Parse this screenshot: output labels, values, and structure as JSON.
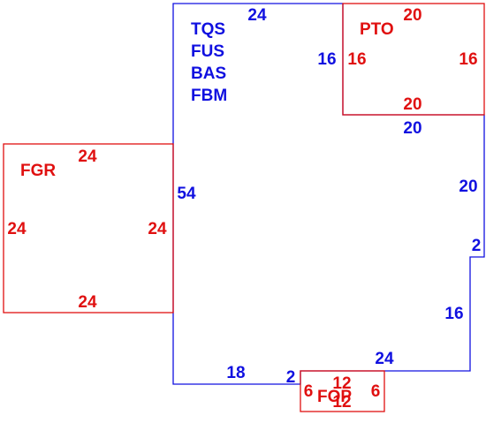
{
  "colors": {
    "main": "#1010e0",
    "addition": "#e01010"
  },
  "main_area": {
    "codes": [
      "TQS",
      "FUS",
      "BAS",
      "FBM"
    ],
    "dims": {
      "top": "24",
      "left": "54",
      "notch_left": "16",
      "notch_bottom": "20",
      "right_upper": "20",
      "step": "2",
      "right_lower": "16",
      "bottom_right": "24",
      "bottom_left": "18",
      "bottom_step": "2"
    }
  },
  "pto": {
    "code": "PTO",
    "dims": {
      "top": "20",
      "left": "16",
      "right": "16",
      "bottom": "20"
    }
  },
  "fgr": {
    "code": "FGR",
    "dims": {
      "top": "24",
      "left": "24",
      "right": "24",
      "bottom": "24"
    }
  },
  "fop": {
    "code": "FOP",
    "dims": {
      "top": "12",
      "left": "6",
      "right": "6",
      "bottom": "12"
    }
  }
}
